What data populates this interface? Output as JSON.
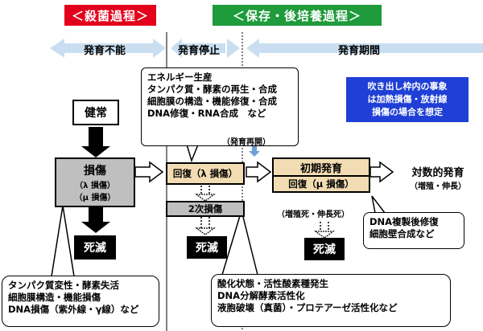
{
  "phases": {
    "sterilization": "＜殺菌過程＞",
    "storage": "＜保存・後培養過程＞"
  },
  "stages": {
    "no_growth": "発育不能",
    "growth_halt": "発育停止",
    "growth_period": "発育期間"
  },
  "nodes": {
    "healthy": "健常",
    "damage": "損傷",
    "damage_lambda": "（λ 損傷）",
    "damage_mu": "（μ 損傷）",
    "death1": "死滅",
    "recovery_lambda": "回復（λ 損傷）",
    "secondary_damage": "2次損傷",
    "death2": "死滅",
    "initial_growth": "初期発育",
    "recovery_mu": "回復（μ 損傷）",
    "death3": "死滅",
    "log_growth": "対数的発育",
    "log_growth_sub": "（増殖・伸長）",
    "growth_restart": "（発育再開）",
    "growth_death": "（増殖死・伸長死）"
  },
  "notes": {
    "energy": [
      "エネルギー生産",
      "タンパク質・酵素の再生・合成",
      "細胞膜の構造・機能修復・合成",
      "DNA修復・RNA合成　など"
    ],
    "info": [
      "吹き出し枠内の事象",
      "は加熱損傷・放射線",
      "損傷の場合を想定"
    ],
    "dna_repair": [
      "DNA複製後修復",
      "細胞壁合成など"
    ],
    "damage_causes": [
      "タンパク質変性・酵素失活",
      "細胞膜構造・機能損傷",
      "DNA損傷（紫外線・γ線）など"
    ],
    "oxidation": [
      "酸化状態・活性酸素種発生",
      "DNA分解酵素活性化",
      "液胞破壊（真菌）・プロテアーゼ活性化など"
    ]
  },
  "colors": {
    "sterilization_header": "#e3001b",
    "storage_header": "#1e9b3a",
    "stage_bar": "#c9dff1",
    "damage_box": "#bfbfbf",
    "recovery_box": "#f2dcb3",
    "info_box": "#1f3fd6"
  }
}
